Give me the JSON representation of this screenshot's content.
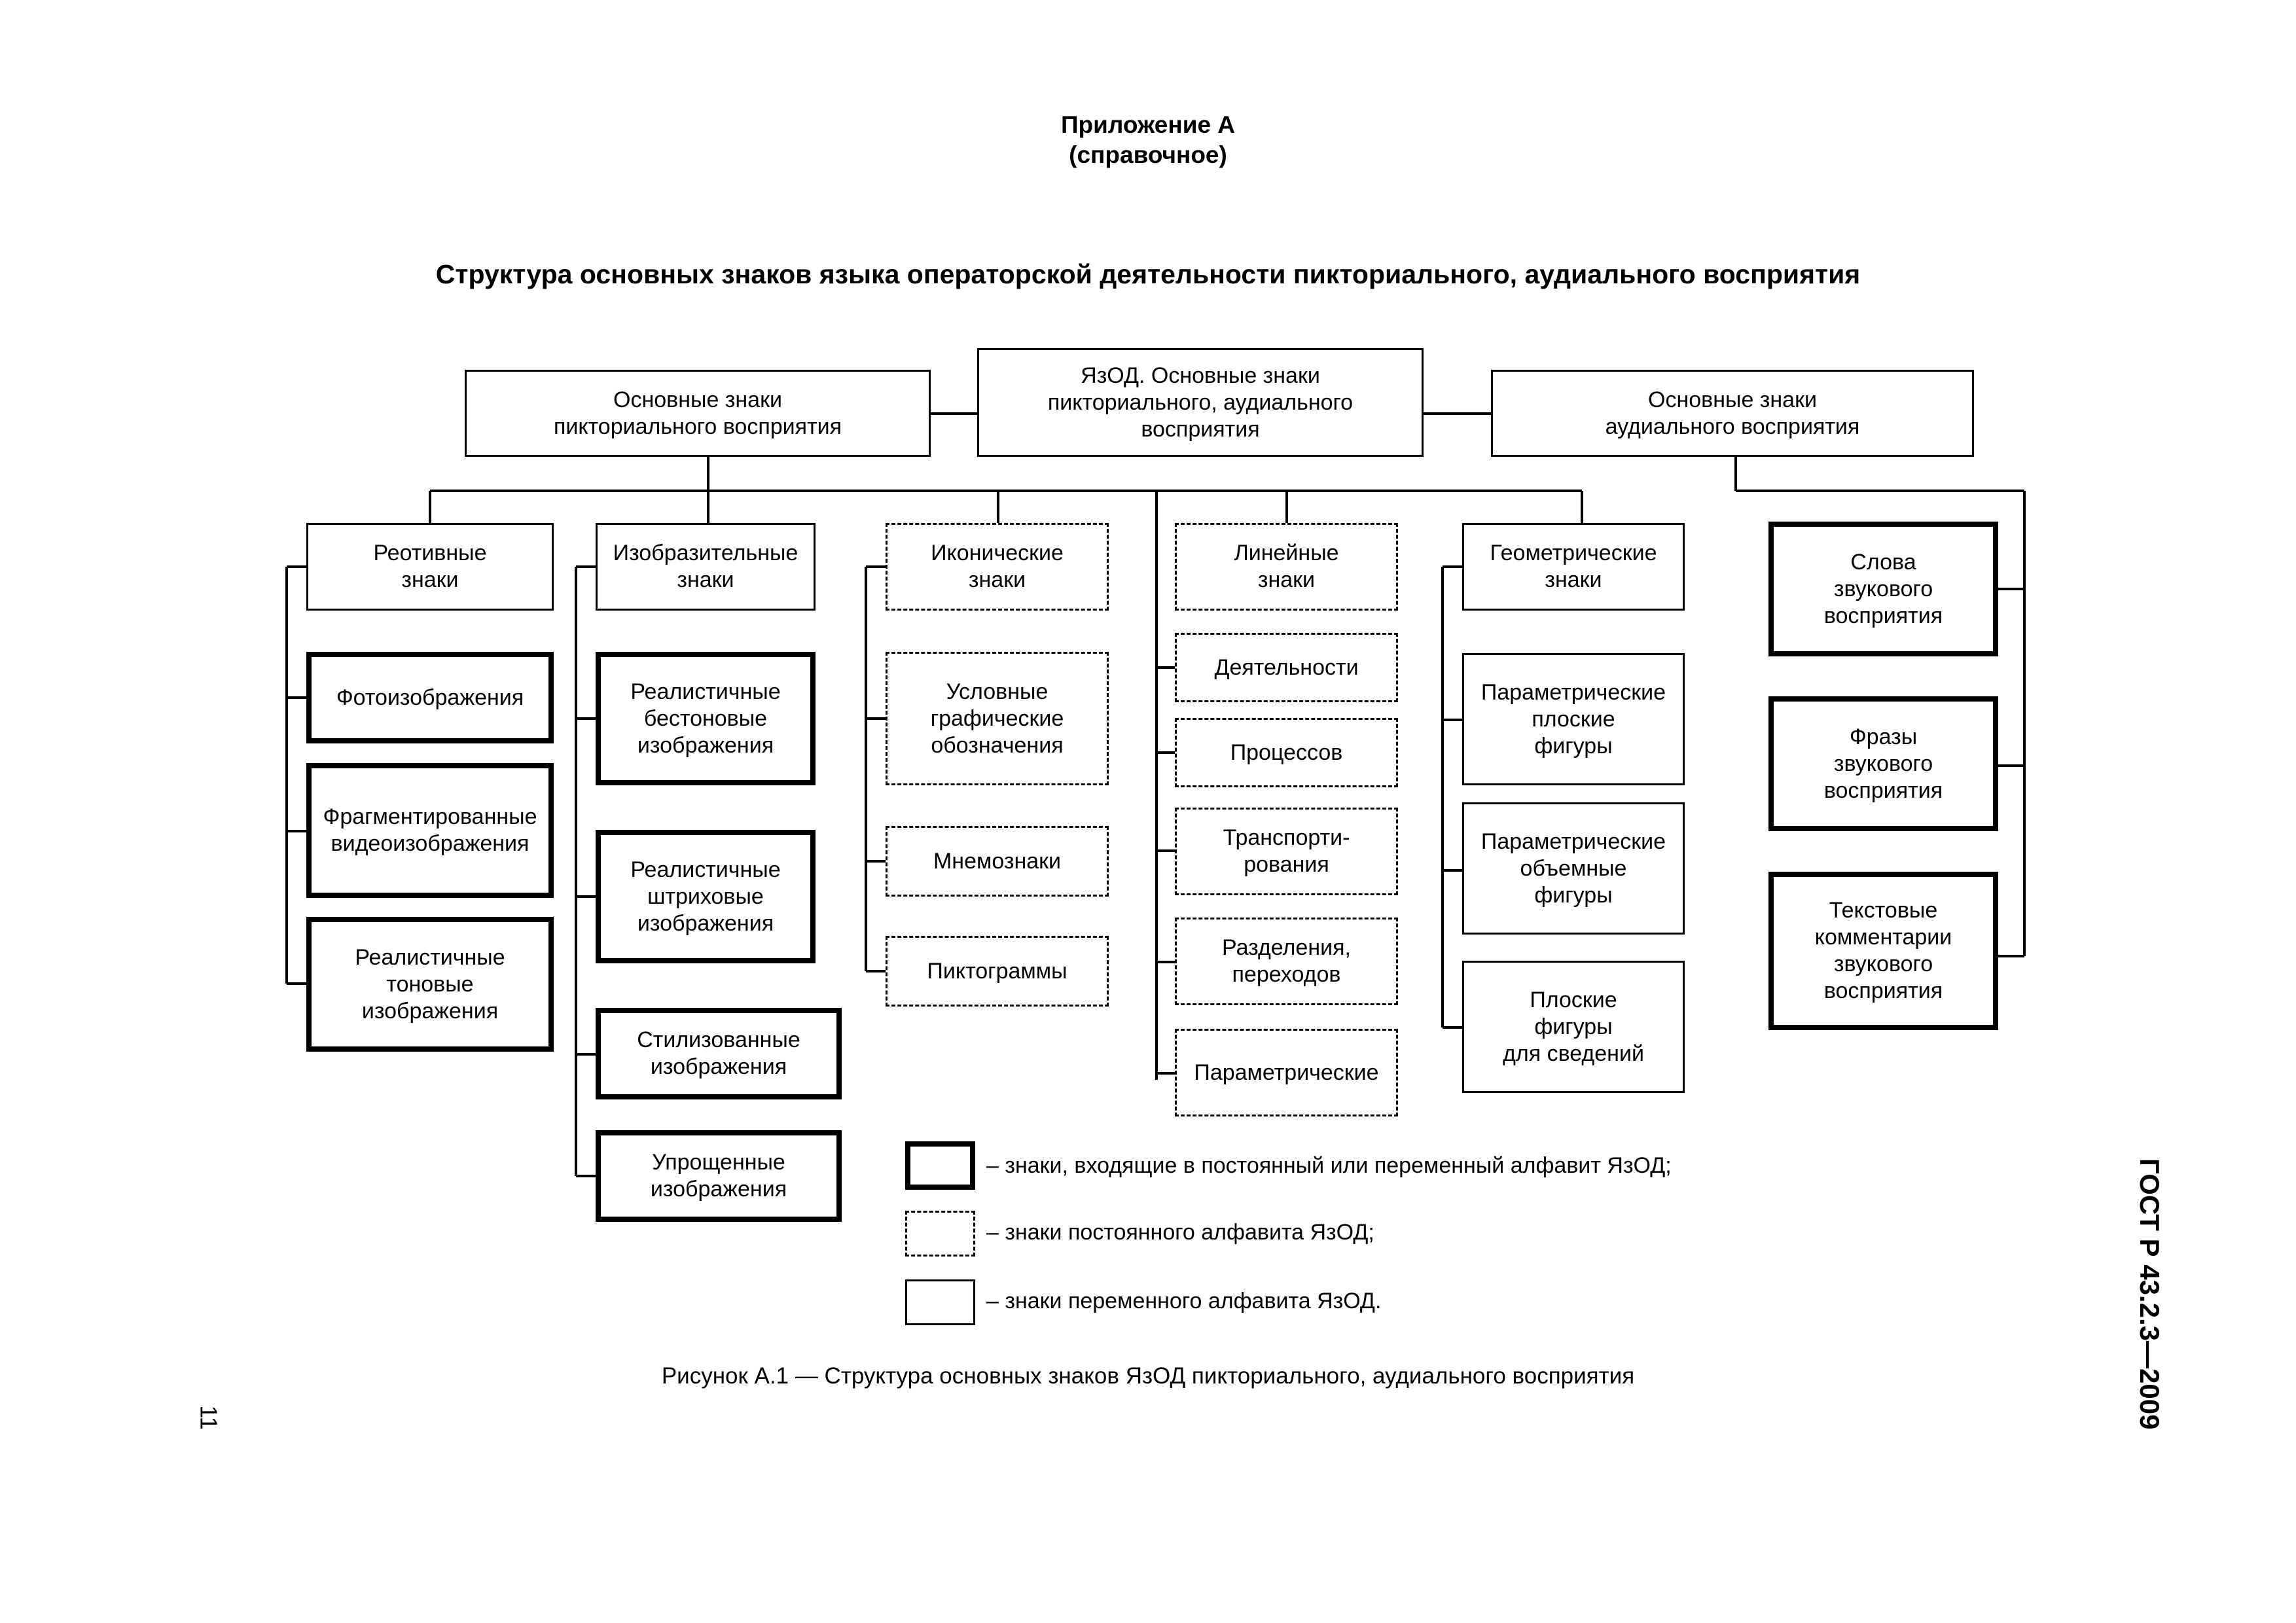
{
  "header": {
    "appendix": "Приложение А",
    "appendix_note": "(справочное)",
    "title": "Структура основных знаков языка операторской деятельности пикториального, аудиального восприятия"
  },
  "diagram": {
    "root": "ЯзОД. Основные знаки\nпикториального, аудиального\nвосприятия",
    "pictorial": "Основные знаки\nпикториального восприятия",
    "audial": "Основные знаки\nаудиального восприятия",
    "col1": {
      "head": "Реотивные\nзнаки",
      "items": [
        "Фотоизображения",
        "Фрагментированные\nвидеоизображения",
        "Реалистичные\nтоновые\nизображения"
      ]
    },
    "col2": {
      "head": "Изобразительные\nзнаки",
      "items": [
        "Реалистичные\nбестоновые\nизображения",
        "Реалистичные\nштриховые\nизображения",
        "Стилизованные\nизображения",
        "Упрощенные\nизображения"
      ]
    },
    "col3": {
      "head": "Иконические\nзнаки",
      "items": [
        "Условные\nграфические\nобозначения",
        "Мнемознаки",
        "Пиктограммы"
      ]
    },
    "col4": {
      "head": "Линейные\nзнаки",
      "items": [
        "Деятельности",
        "Процессов",
        "Транспорти-\nрования",
        "Разделения,\nпереходов",
        "Параметрические"
      ]
    },
    "col5": {
      "head": "Геометрические\nзнаки",
      "items": [
        "Параметрические\nплоские\nфигуры",
        "Параметрические\nобъемные\nфигуры",
        "Плоские\nфигуры\nдля сведений"
      ]
    },
    "col6": {
      "items": [
        "Слова\nзвукового\nвосприятия",
        "Фразы\nзвукового\nвосприятия",
        "Текстовые\nкомментарии\nзвукового\nвосприятия"
      ]
    }
  },
  "legend": {
    "thick": "– знаки, входящие в постоянный или переменный алфавит ЯзОД;",
    "dashed": "– знаки постоянного алфавита ЯзОД;",
    "thin": "– знаки переменного алфавита ЯзОД."
  },
  "caption": "Рисунок А.1 — Структура основных знаков ЯзОД пикториального, аудиального восприятия",
  "standard": "ГОСТ Р 43.2.3—2009",
  "page_number": "11"
}
